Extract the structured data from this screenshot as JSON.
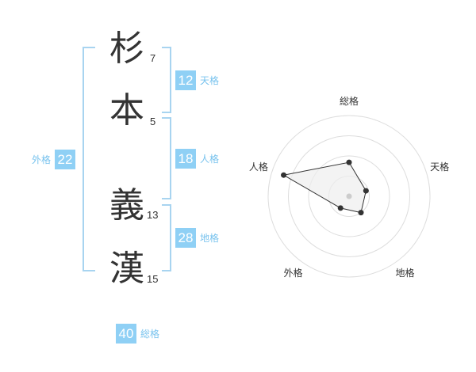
{
  "name": {
    "chars": [
      {
        "char": "杉",
        "strokes": "7"
      },
      {
        "char": "本",
        "strokes": "5"
      },
      {
        "char": "義",
        "strokes": "13"
      },
      {
        "char": "漢",
        "strokes": "15"
      }
    ]
  },
  "grids": {
    "tenkaku": {
      "value": "12",
      "label": "天格"
    },
    "jinkaku": {
      "value": "18",
      "label": "人格"
    },
    "chikaku": {
      "value": "28",
      "label": "地格"
    },
    "gaikaku": {
      "value": "22",
      "label": "外格"
    },
    "soukaku": {
      "value": "40",
      "label": "総格"
    }
  },
  "colors": {
    "accent": "#8fd0f5",
    "bracket": "#a8d4f0",
    "label": "#79c3ee"
  },
  "chart_data": {
    "type": "radar",
    "axes": [
      "総格",
      "天格",
      "地格",
      "外格",
      "人格"
    ],
    "values": [
      0.42,
      0.22,
      0.25,
      0.18,
      0.85
    ],
    "range": [
      0,
      1
    ],
    "rings": 4
  }
}
